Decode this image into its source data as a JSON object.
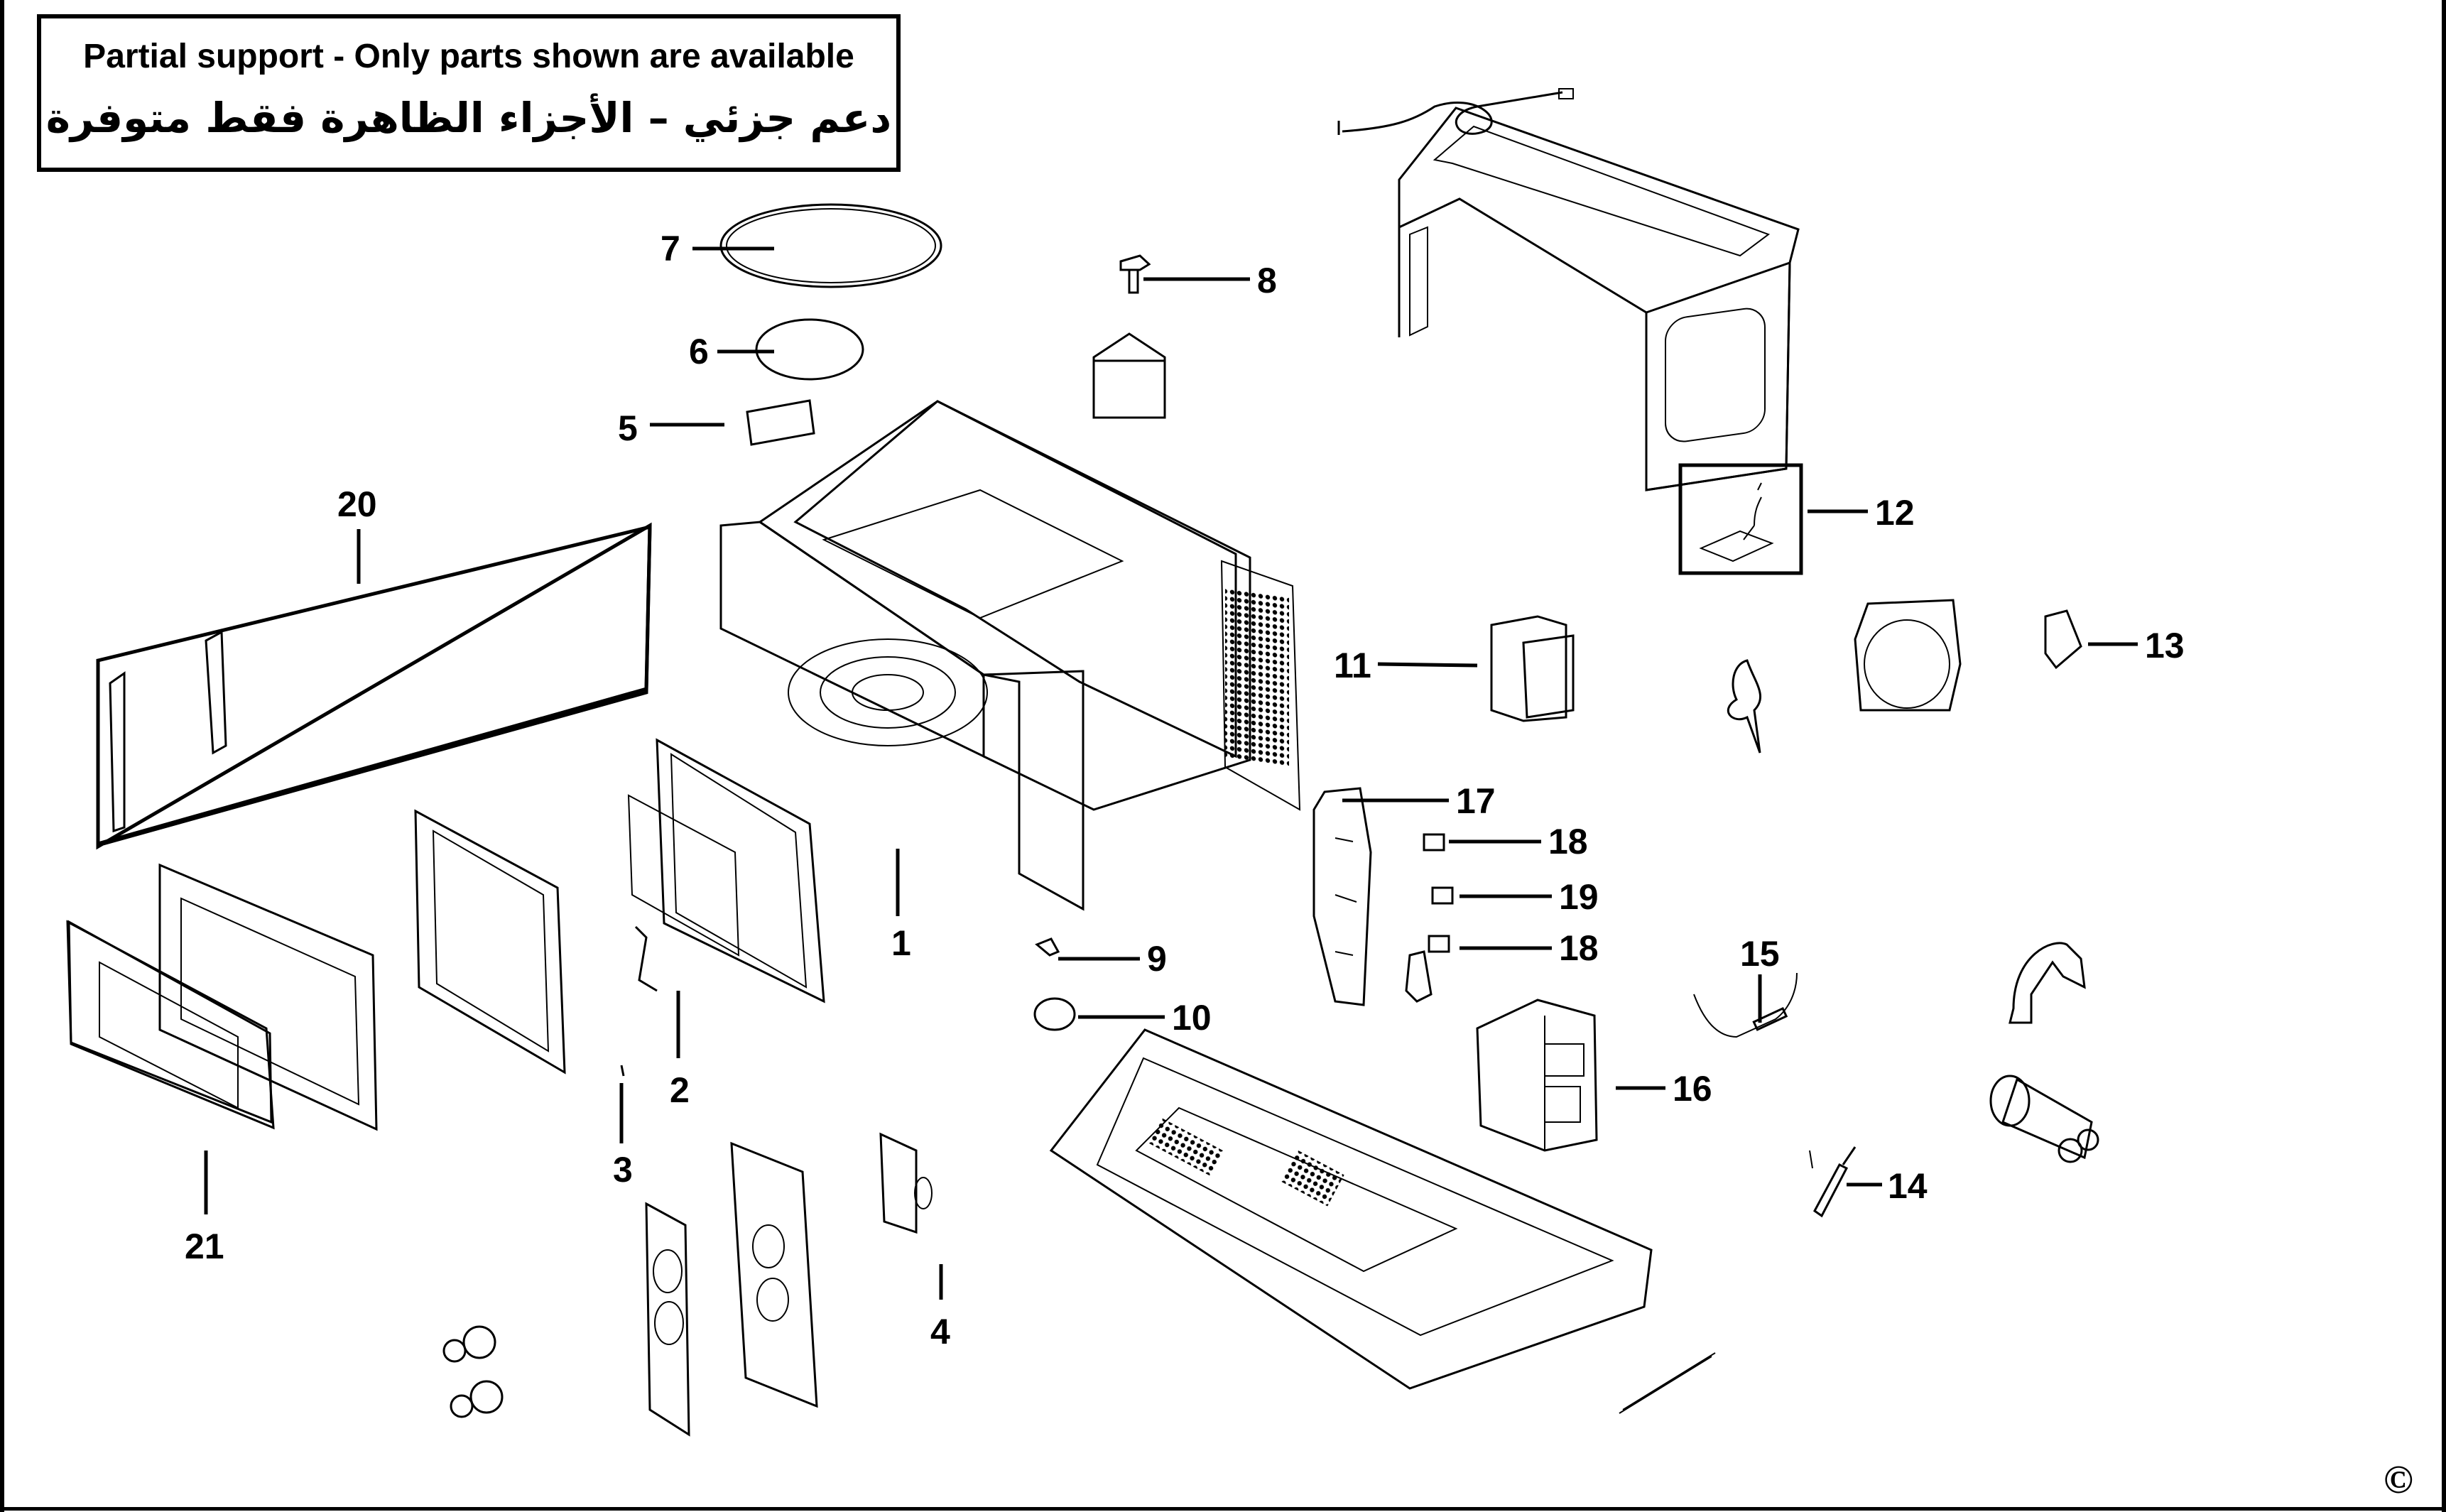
{
  "notice": {
    "english": "Partial support - Only parts shown are available",
    "arabic": "دعم جزئي – الأجزاء الظاهرة فقط متوفرة"
  },
  "copyright_symbol": "©",
  "callouts": [
    {
      "id": "1",
      "label": "1",
      "part": "oven-cavity"
    },
    {
      "id": "2",
      "label": "2",
      "part": "door-choke-latch"
    },
    {
      "id": "3",
      "label": "3",
      "part": "door-spring"
    },
    {
      "id": "4",
      "label": "4",
      "part": "timer-control-bracket"
    },
    {
      "id": "5",
      "label": "5",
      "part": "waveguide-cover"
    },
    {
      "id": "6",
      "label": "6",
      "part": "roller-ring"
    },
    {
      "id": "7",
      "label": "7",
      "part": "turntable-tray"
    },
    {
      "id": "8",
      "label": "8",
      "part": "lamp-socket"
    },
    {
      "id": "9",
      "label": "9",
      "part": "turntable-coupler"
    },
    {
      "id": "10",
      "label": "10",
      "part": "turntable-motor"
    },
    {
      "id": "11",
      "label": "11",
      "part": "magnetron"
    },
    {
      "id": "12",
      "label": "12",
      "part": "thermostat-assembly"
    },
    {
      "id": "13",
      "label": "13",
      "part": "fan-motor"
    },
    {
      "id": "14",
      "label": "14",
      "part": "hv-diode"
    },
    {
      "id": "15",
      "label": "15",
      "part": "fuse-assembly"
    },
    {
      "id": "16",
      "label": "16",
      "part": "hv-transformer"
    },
    {
      "id": "17",
      "label": "17",
      "part": "latch-board"
    },
    {
      "id": "18a",
      "label": "18",
      "part": "micro-switch-primary"
    },
    {
      "id": "19",
      "label": "19",
      "part": "micro-switch-monitor"
    },
    {
      "id": "18b",
      "label": "18",
      "part": "micro-switch-secondary"
    },
    {
      "id": "20",
      "label": "20",
      "part": "door-handle-panel"
    },
    {
      "id": "21",
      "label": "21",
      "part": "door-front-panel"
    }
  ]
}
